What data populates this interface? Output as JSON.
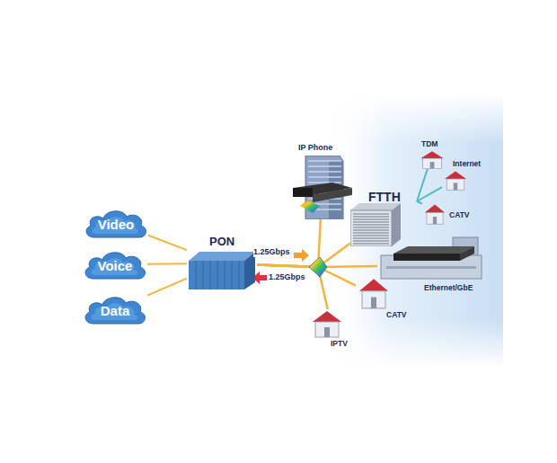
{
  "diagram": {
    "nodes": [
      {
        "text": [
          "Video"
        ]
      },
      {
        "text": [
          "Voice"
        ]
      },
      {
        "text": [
          "Data"
        ]
      },
      {
        "text": [
          "PON"
        ]
      },
      {
        "text": [
          "IP Phone"
        ]
      },
      {
        "text": [
          "TDM"
        ]
      },
      {
        "text": [
          "Internet"
        ]
      },
      {
        "text": [
          "FTTH"
        ]
      },
      {
        "text": [
          "CATV"
        ]
      },
      {
        "text": [
          "Ethernet/GbE"
        ]
      },
      {
        "text": [
          "CATV"
        ]
      },
      {
        "text": [
          "IPTV"
        ]
      }
    ],
    "edges": [
      {
        "from": 0,
        "to": 3,
        "arrow": "none"
      },
      {
        "from": 1,
        "to": 3,
        "arrow": "none"
      },
      {
        "from": 2,
        "to": 3,
        "arrow": "none"
      },
      {
        "from": 3,
        "to": 4,
        "arrow": "none"
      },
      {
        "from": 3,
        "to": 7,
        "arrow": "none"
      },
      {
        "from": 3,
        "to": 9,
        "arrow": "none"
      },
      {
        "from": 3,
        "to": 10,
        "arrow": "none"
      },
      {
        "from": 3,
        "to": 11,
        "arrow": "none"
      },
      {
        "from": 7,
        "to": 5,
        "arrow": "none"
      },
      {
        "from": 7,
        "to": 6,
        "arrow": "none"
      },
      {
        "from": 7,
        "to": 8,
        "arrow": "none"
      }
    ],
    "labels": [
      "1.25Gbps",
      "1.25Gbps"
    ]
  }
}
